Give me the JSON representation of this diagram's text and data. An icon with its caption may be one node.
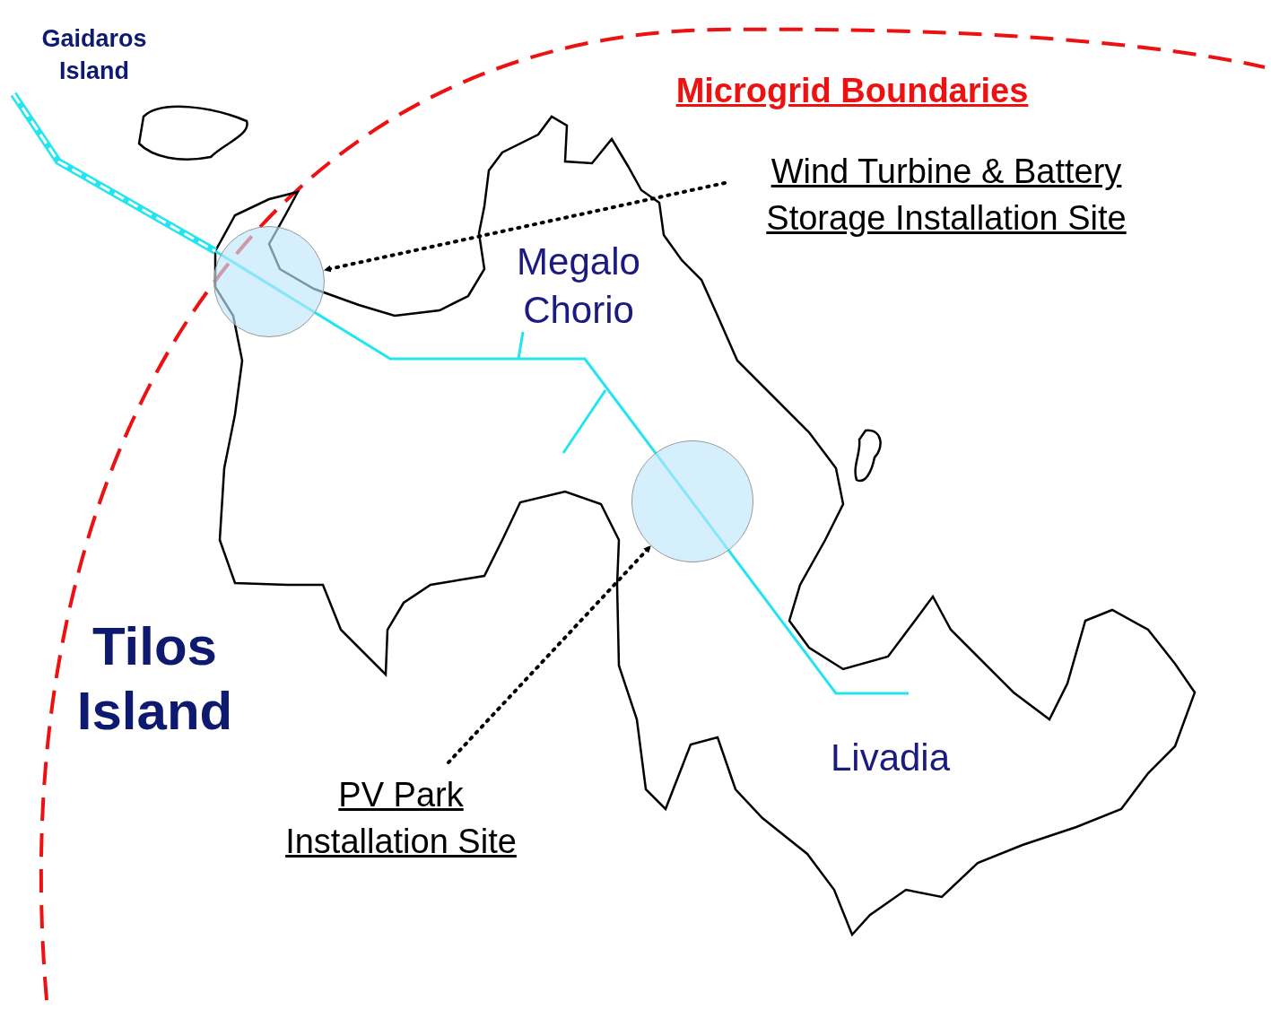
{
  "diagram": {
    "nodes": [
      {
        "text": [
          "Wind Turbine & Battery Storage Installation Site"
        ]
      },
      {
        "text": [],
        "shape": "circle"
      },
      {
        "text": [],
        "shape": "circle"
      },
      {
        "text": [
          "PV Park Installation Site"
        ]
      }
    ],
    "edges": [
      {
        "from": 0,
        "to": 1,
        "arrow": "to",
        "style": "dashed"
      },
      {
        "from": 3,
        "to": 2,
        "arrow": "to",
        "style": "dashed"
      }
    ],
    "labels": [
      "Gaidaros Island",
      "Microgrid Boundaries",
      "Megalo Chorio",
      "Tilos Island",
      "Livadia"
    ]
  }
}
